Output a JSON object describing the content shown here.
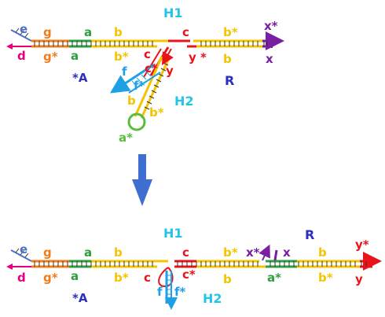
{
  "colors": {
    "orange": "#ef7d1a",
    "green": "#2e9e3e",
    "yellow": "#f5c400",
    "red": "#e8141a",
    "blue_e": "#4a72c4",
    "pink": "#e6007e",
    "purple": "#7a1fa2",
    "cyan": "#1ea0e6",
    "cyan_label": "#22c5e8",
    "navy": "#2c2fbf",
    "lime": "#5bbd3b",
    "arrow_blue": "#3f6fd1"
  },
  "top": {
    "title": "H1",
    "h2": "H2",
    "a_star_A": "*A",
    "R": "R",
    "labels": {
      "e": "e",
      "d": "d",
      "g": "g",
      "g_star": "g*",
      "a": "a",
      "a2": "a",
      "b": "b",
      "b_star": "b*",
      "c": "c",
      "c2": "c",
      "c_star": "c*",
      "y": "y",
      "y_star": "y *",
      "b_star2": "b*",
      "b2": "b",
      "x_star": "x*",
      "x": "x",
      "f": "f",
      "f_star": "f*",
      "b_h2": "b",
      "b_star_h2": "b*",
      "a_star_loop": "a*"
    }
  },
  "bottom": {
    "title": "H1",
    "h2": "H2",
    "a_star_A": "*A",
    "R": "R",
    "labels": {
      "e": "e",
      "d": "d",
      "g": "g",
      "g_star": "g*",
      "a": "a",
      "a2": "a",
      "b": "b",
      "b_star": "b*",
      "c": "c",
      "c_star": "c*",
      "c_loop": "c",
      "f": "f",
      "f_star": "f*",
      "b_star2": "b*",
      "b2": "b",
      "x_star": "x*",
      "x": "x",
      "a_star": "a*",
      "b3": "b",
      "b_star3": "b*",
      "y_star": "y*",
      "y": "y"
    }
  }
}
